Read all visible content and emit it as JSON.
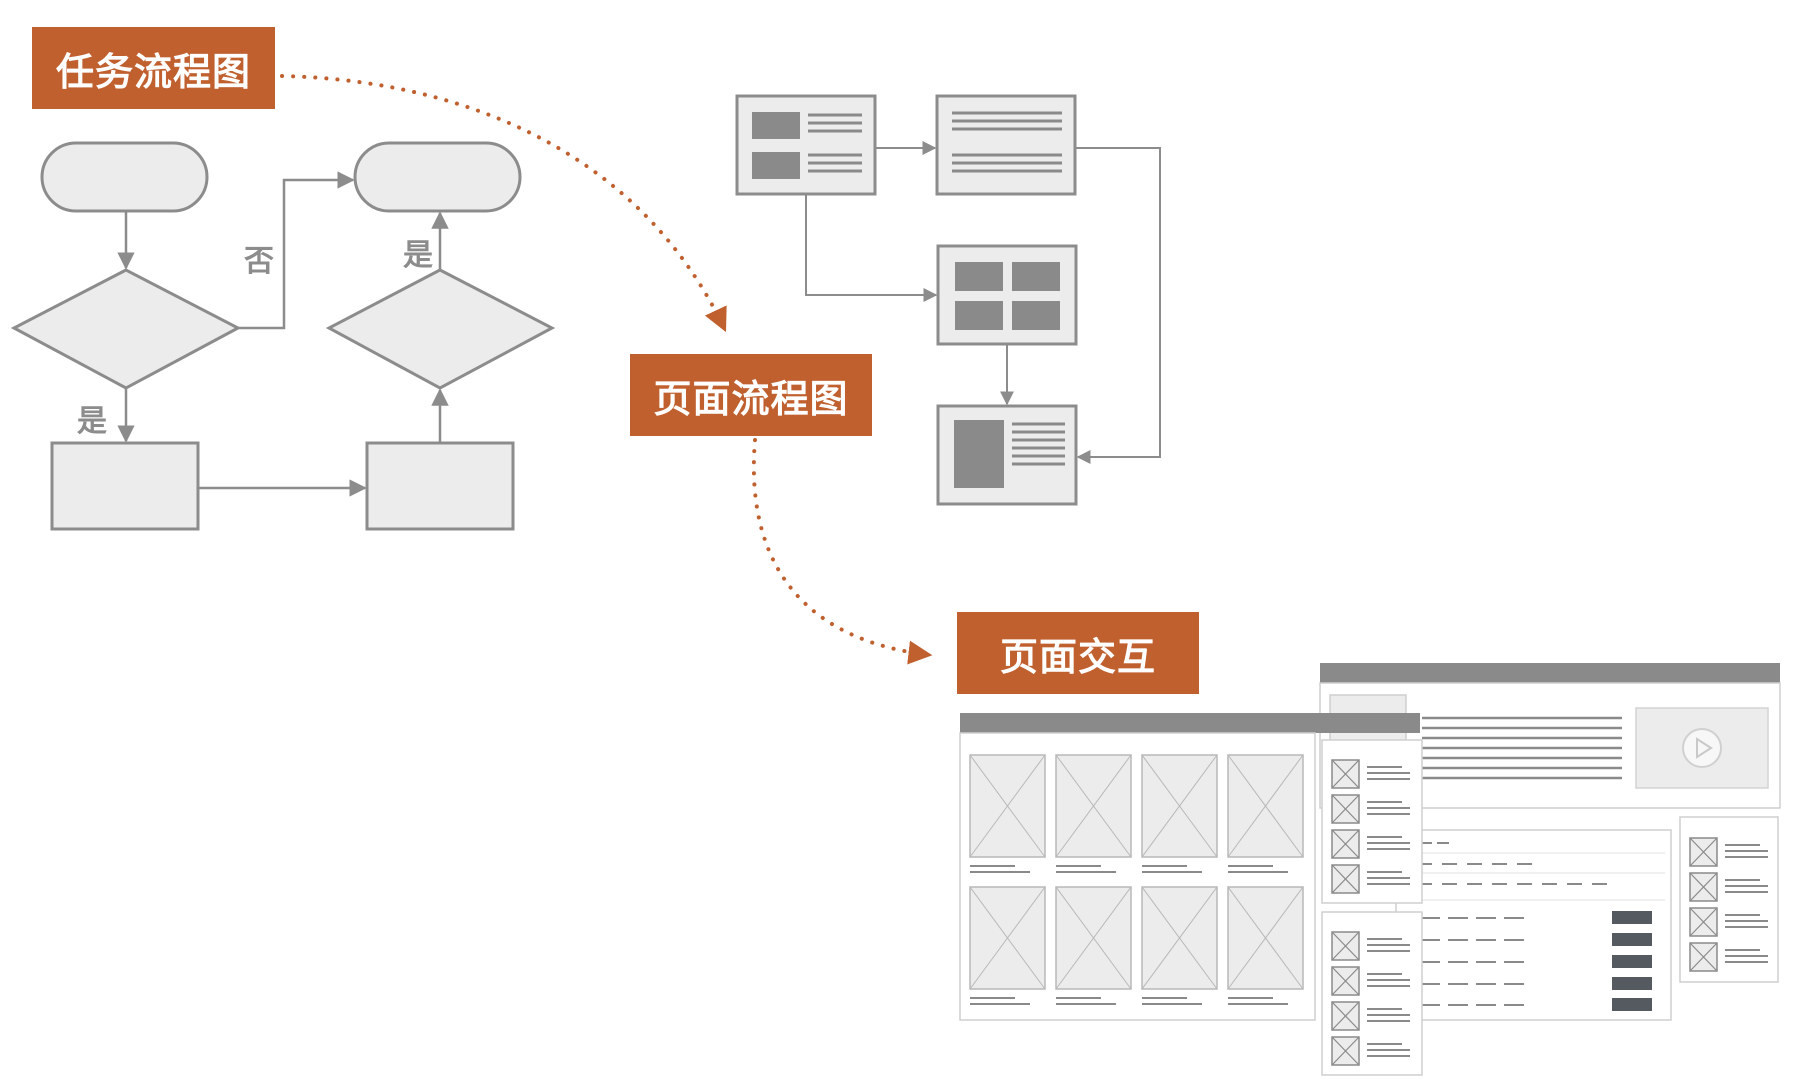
{
  "labels": {
    "task_flow": "任务流程图",
    "page_flow": "页面流程图",
    "page_interaction": "页面交互"
  },
  "task_flow": {
    "no_label": "否",
    "yes_label_top": "是",
    "yes_label_left": "是"
  },
  "colors": {
    "accent": "#c0602f",
    "line": "#8c8c8c",
    "fill": "#ececec",
    "dark_block": "#8a8a8a",
    "white": "#ffffff"
  }
}
